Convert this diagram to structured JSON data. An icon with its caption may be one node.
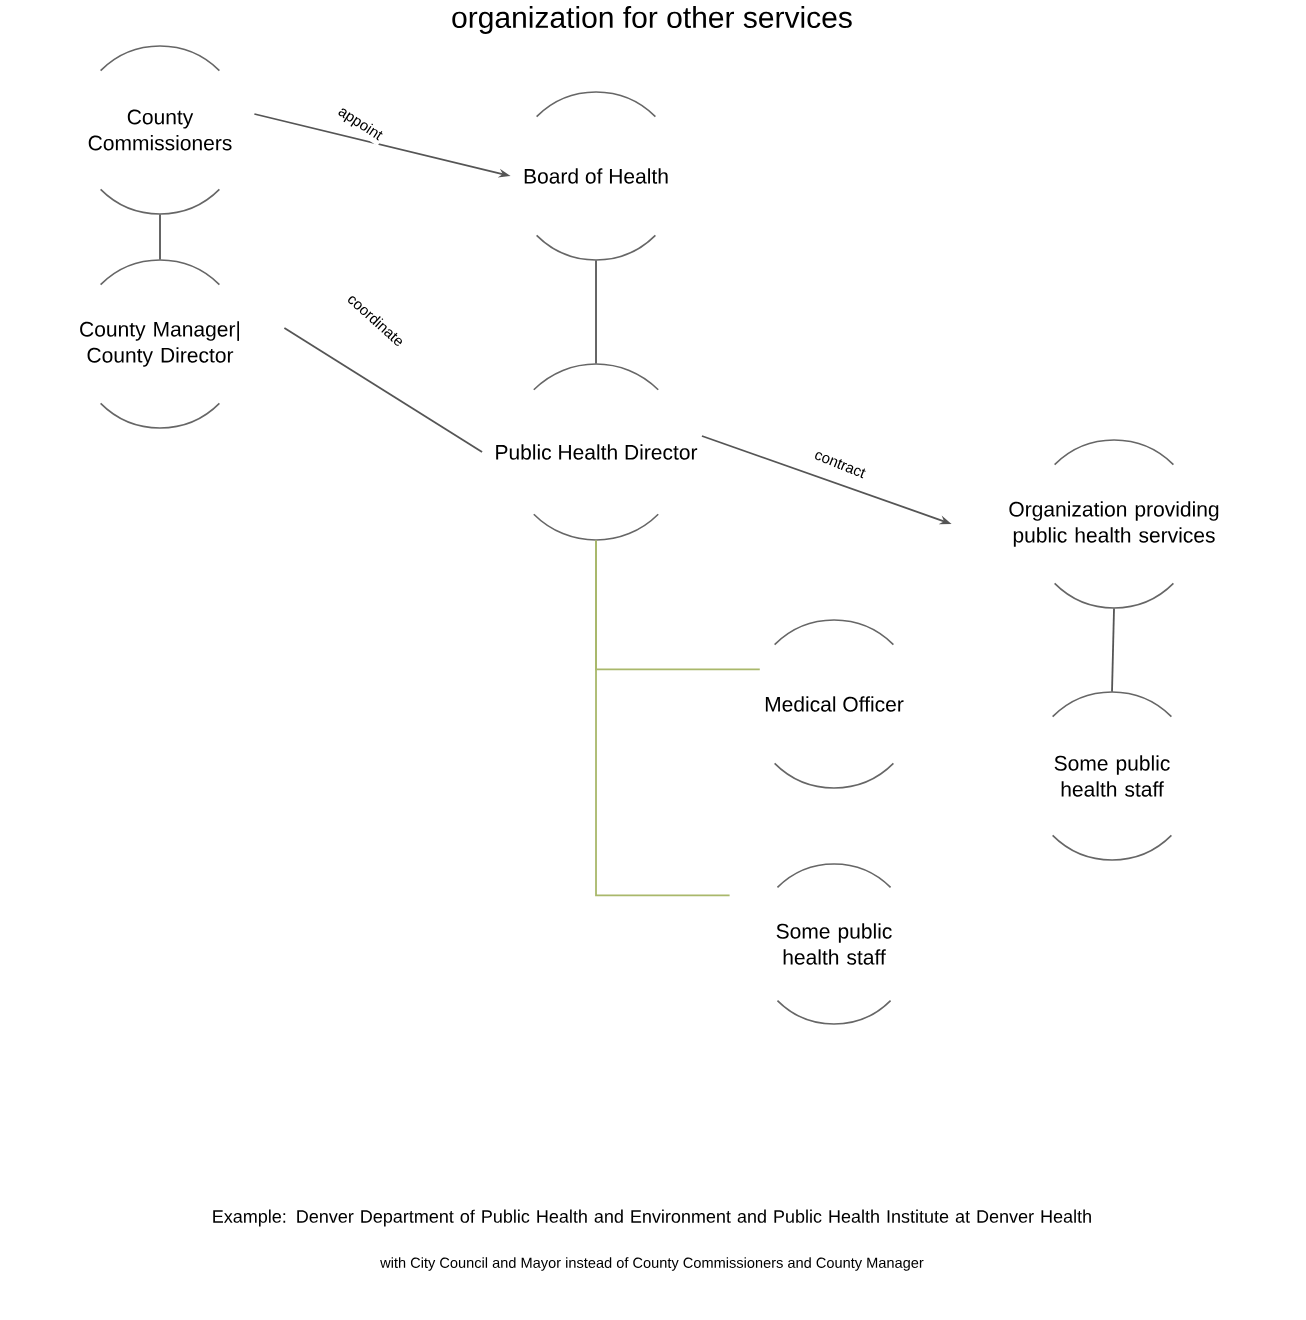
{
  "diagram": {
    "title": "organization for other services",
    "caption": "Example: Denver Department of Public Health and Environment and Public Health Institute at Denver Health",
    "nodes": [
      {
        "text": [
          "County Commissioners"
        ]
      },
      {
        "text": [
          "Board of Health"
        ]
      },
      {
        "text": [
          "County Manager| County Director"
        ]
      },
      {
        "text": [
          "Public Health Director"
        ]
      },
      {
        "text": [
          "Organization providing public health services"
        ]
      },
      {
        "text": [
          "Medical Officer"
        ]
      },
      {
        "text": [
          "Some public health staff"
        ]
      },
      {
        "text": [
          "Some public health staff"
        ]
      }
    ],
    "edges": [
      {
        "from": 0,
        "to": 1,
        "arrow": "to",
        "label": "appoint"
      },
      {
        "from": 0,
        "to": 2,
        "arrow": "none"
      },
      {
        "from": 1,
        "to": 3,
        "arrow": "none"
      },
      {
        "from": 2,
        "to": 3,
        "arrow": "none",
        "label": "coordinate"
      },
      {
        "from": 3,
        "to": 4,
        "arrow": "to",
        "label": "contract"
      },
      {
        "from": 4,
        "to": 6,
        "arrow": "none"
      },
      {
        "from": 3,
        "to": 5,
        "arrow": "none",
        "color": "#a9b86b"
      },
      {
        "from": 3,
        "to": 7,
        "arrow": "none",
        "color": "#a9b86b"
      }
    ],
    "labels": [
      "with City Council and Mayor instead of County Commissioners and County Manager"
    ]
  }
}
